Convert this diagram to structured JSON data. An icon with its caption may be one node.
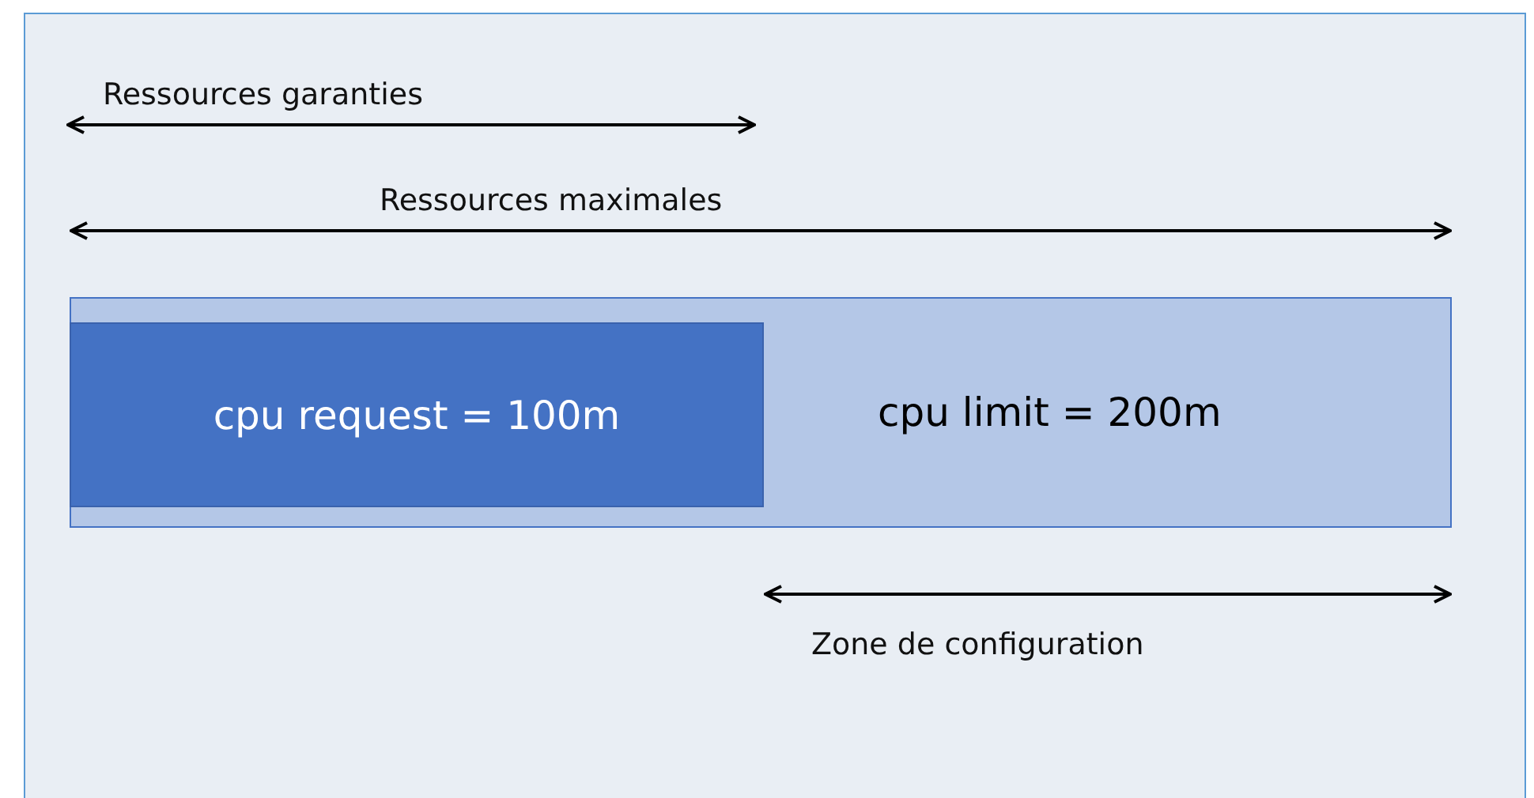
{
  "diagram": {
    "nodes": [
      {
        "text": [
          "cpu limit = 200m"
        ]
      },
      {
        "text": [
          "cpu request = 100m"
        ],
        "in": 0
      }
    ],
    "edges": [],
    "labels": [
      "Ressources garanties",
      "Ressources maximales",
      "Zone de configuration"
    ]
  }
}
